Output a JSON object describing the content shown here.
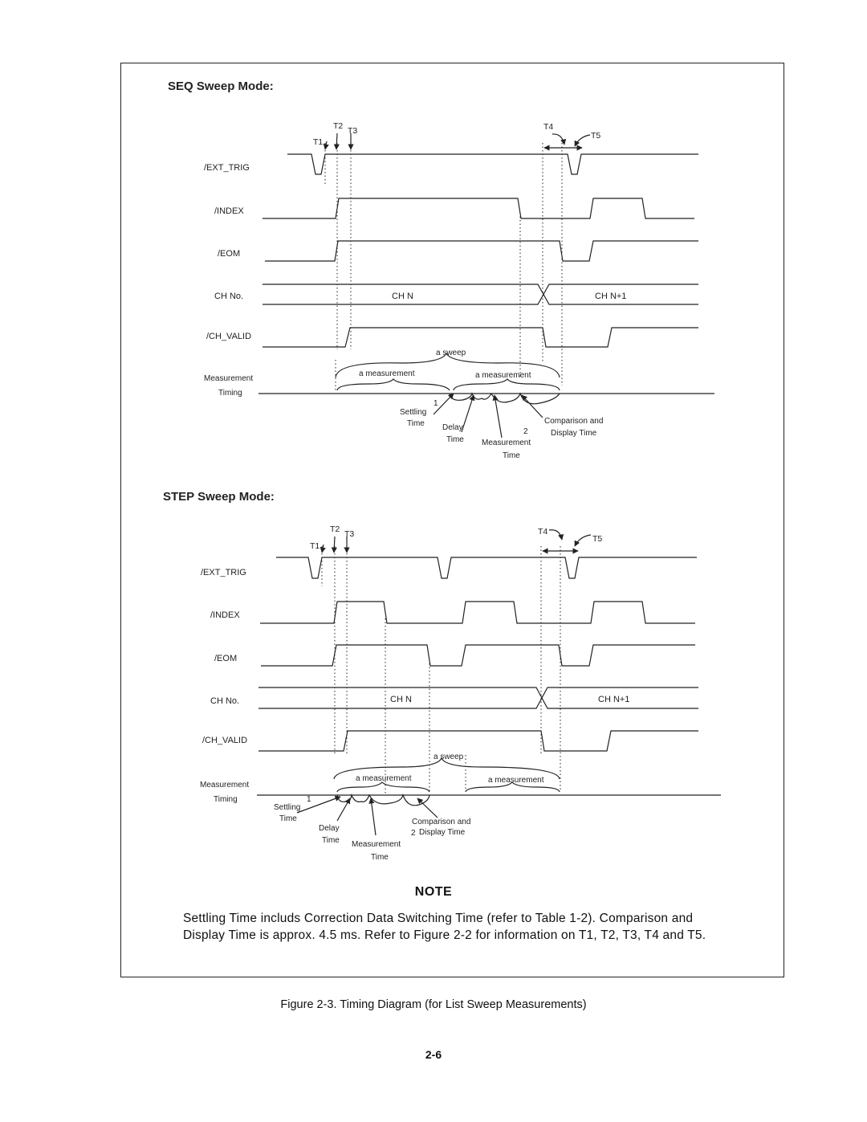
{
  "seq": {
    "title": "SEQ Sweep Mode:",
    "signals": [
      "/EXT_TRIG",
      "/INDEX",
      "/EOM",
      "CH No.",
      "/CH_VALID"
    ],
    "measurement_label": "Measurement",
    "timing_label": "Timing",
    "markers": {
      "t1": "T1",
      "t2": "T2",
      "t3": "T3",
      "t4": "T4",
      "t5": "T5"
    },
    "ch_n": "CH  N",
    "ch_n1": "CH  N+1",
    "a_sweep": "a sweep",
    "a_measurement": "a measurement",
    "settling": "Settling",
    "time": "Time",
    "delay": "Delay",
    "measurement_word": "Measurement",
    "comparison_and": "Comparison and",
    "display_time": "Display Time",
    "sup1": "1",
    "sup2": "2"
  },
  "step": {
    "title": "STEP Sweep Mode:",
    "signals": [
      "/EXT_TRIG",
      "/INDEX",
      "/EOM",
      "CH No.",
      "/CH_VALID"
    ],
    "measurement_label": "Measurement",
    "timing_label": "Timing",
    "markers": {
      "t1": "T1",
      "t2": "T2",
      "t3": "T3",
      "t4": "T4",
      "t5": "T5"
    },
    "ch_n": "CH  N",
    "ch_n1": "CH N+1",
    "a_sweep": "a sweep",
    "a_measurement": "a measurement",
    "settling": "Settling",
    "time": "Time",
    "delay": "Delay",
    "measurement_word": "Measurement",
    "comparison_and": "Comparison and",
    "display_time": "Display Time",
    "sup1": "1",
    "sup2": "2"
  },
  "note": {
    "title": "NOTE",
    "text": "Settling Time includs Correction Data Switching Time (refer to Table 1-2). Comparison and Display Time is approx. 4.5 ms. Refer to Figure 2-2 for information on T1, T2, T3, T4 and T5."
  },
  "caption": "Figure 2-3. Timing Diagram (for List Sweep Measurements)",
  "page_number": "2-6"
}
